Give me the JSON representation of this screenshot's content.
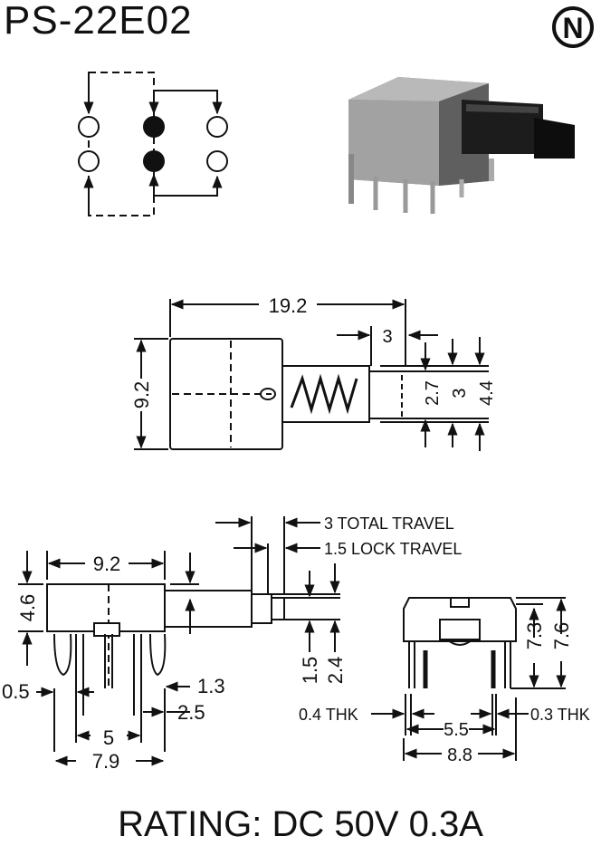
{
  "title": "PS-22E02",
  "logo_letter": "N",
  "rating": "RATING: DC 50V 0.3A",
  "top_view": {
    "width": "19.2",
    "height": "9.2",
    "travel": "3",
    "dim_a": "2.7",
    "dim_b": "3",
    "dim_c": "4.4"
  },
  "side_view": {
    "width": "9.2",
    "height": "4.6",
    "pin_offset": "0.5",
    "pin_pitch_small": "1.3",
    "pin_pitch": "2.5",
    "pin_span": "5",
    "overall": "7.9",
    "total_travel": "3 TOTAL TRAVEL",
    "lock_travel": "1.5 LOCK TRAVEL",
    "dim_15": "1.5",
    "dim_24": "2.4"
  },
  "front_view": {
    "h1": "7.3",
    "h2": "7.6",
    "thk_left": "0.4 THK",
    "thk_right": "0.3 THK",
    "pitch": "5.5",
    "overall": "8.8"
  }
}
